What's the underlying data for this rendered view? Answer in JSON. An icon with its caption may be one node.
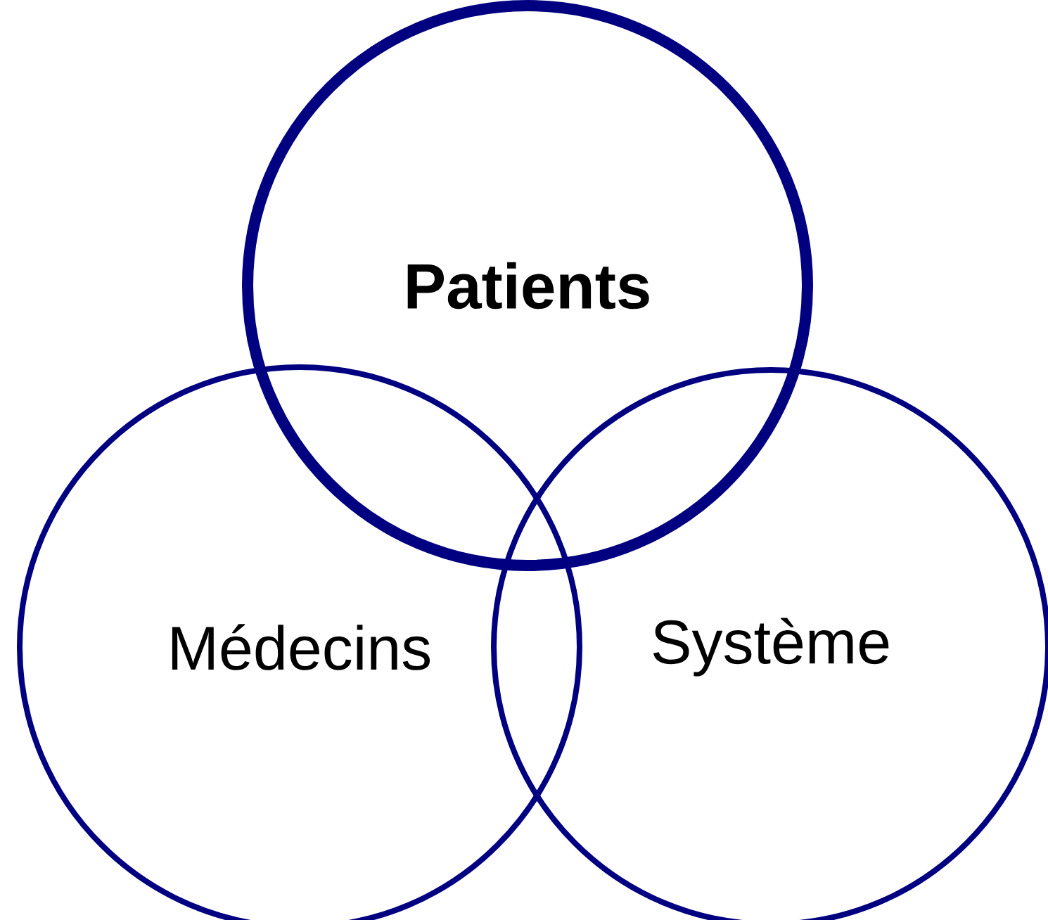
{
  "diagram": {
    "nodes": [
      {
        "text": [
          "Patients"
        ]
      },
      {
        "text": [
          "Médecins"
        ]
      },
      {
        "text": [
          "Système"
        ]
      }
    ]
  }
}
